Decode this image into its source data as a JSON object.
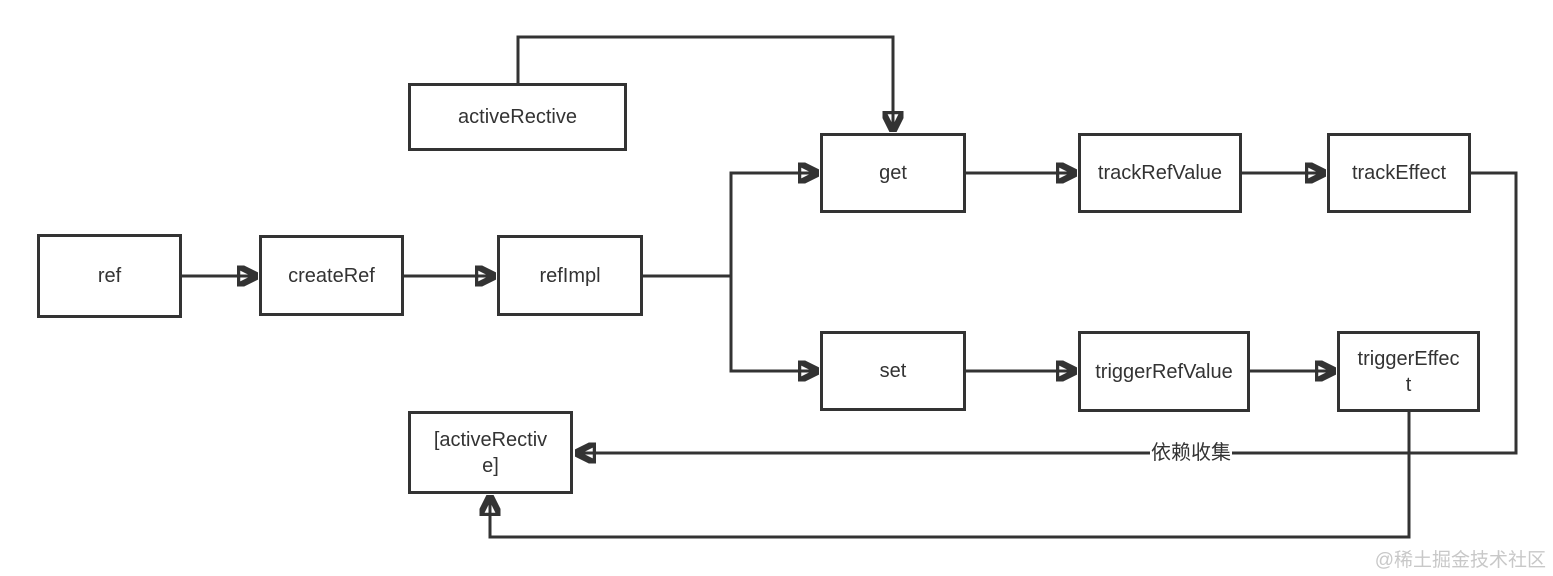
{
  "diagram": {
    "nodes": {
      "ref": {
        "label": "ref"
      },
      "create_ref": {
        "label": "createRef"
      },
      "ref_impl": {
        "label": "refImpl"
      },
      "active_rective": {
        "label": "activeRective"
      },
      "get": {
        "label": "get"
      },
      "track_ref_value": {
        "label": "trackRefValue"
      },
      "track_effect": {
        "label": "trackEffect"
      },
      "set": {
        "label": "set"
      },
      "trigger_ref_value": {
        "label": "triggerRefValue"
      },
      "trigger_effect": {
        "label": "triggerEffect"
      },
      "active_rective_list": {
        "label": "[activeRective]"
      }
    },
    "edge_labels": {
      "dependency_collection": "依赖收集"
    },
    "colors": {
      "stroke": "#333333",
      "text": "#333333",
      "background": "#ffffff",
      "watermark_text": "#c8c8c8"
    }
  },
  "watermark": {
    "text": "@稀土掘金技术社区"
  }
}
